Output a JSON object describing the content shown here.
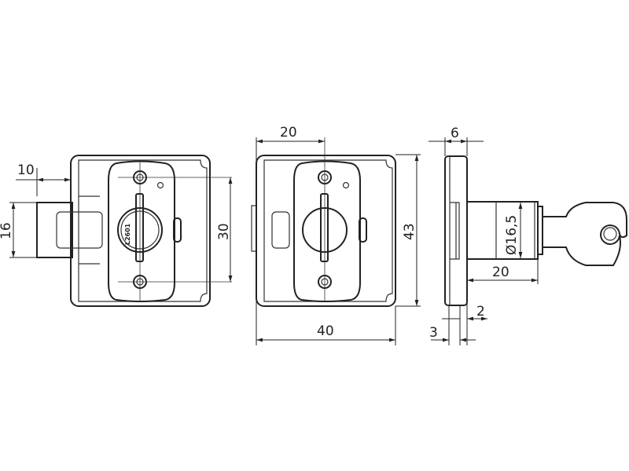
{
  "title": "Cylinder rim lock dimension drawing",
  "cylinder_marking": "L2601",
  "front_view": {
    "bolt_projection": "10",
    "bolt_height": "16",
    "screw_spacing": "30"
  },
  "rear_view": {
    "cylinder_offset": "20",
    "height": "43",
    "width": "40"
  },
  "side_view": {
    "flange_thickness": "6",
    "cylinder_diameter": "Ø16,5",
    "cylinder_length": "20",
    "step_2": "2",
    "step_3": "3"
  }
}
